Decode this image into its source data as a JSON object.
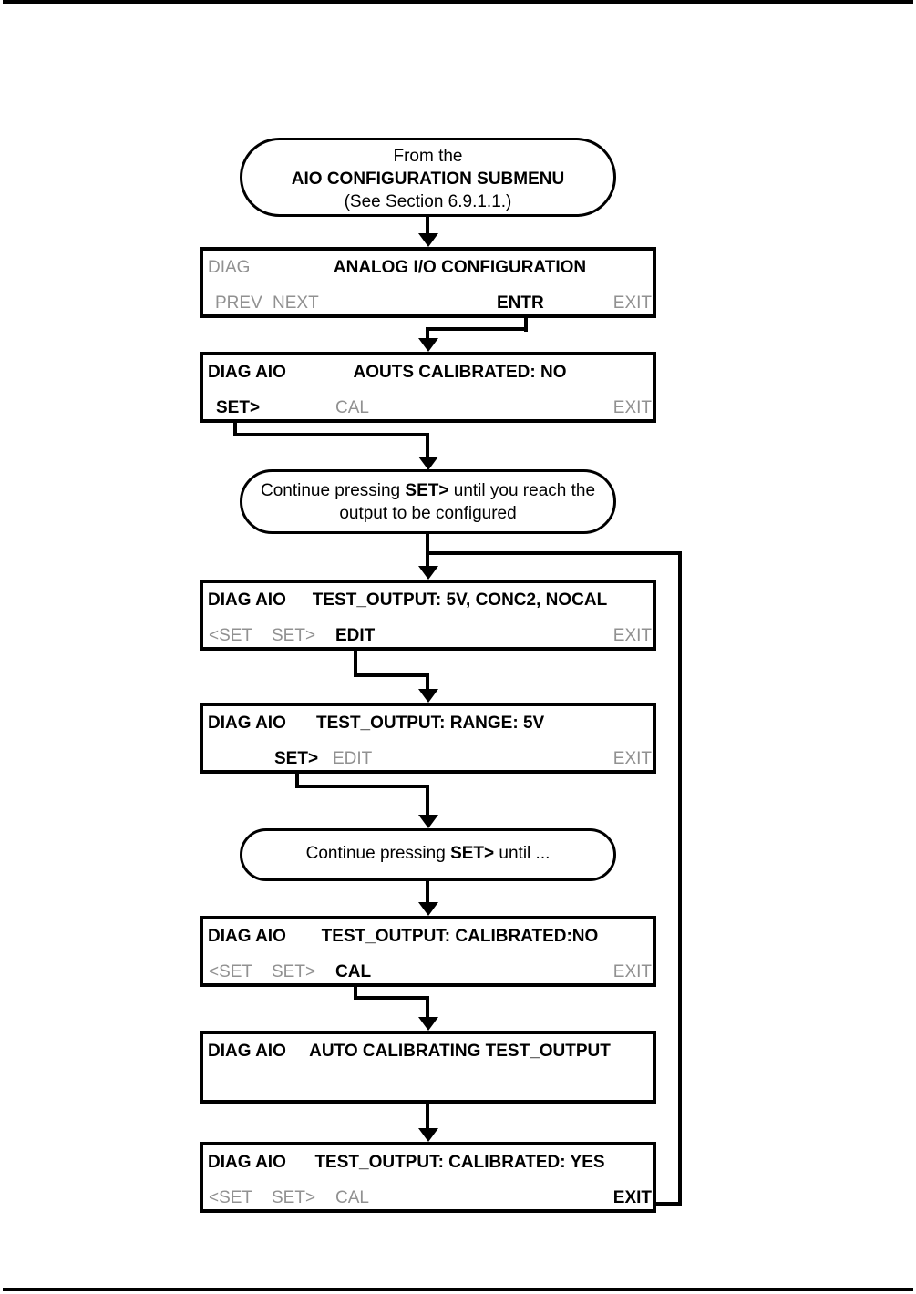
{
  "colors": {
    "active": "#000000",
    "inactive": "#919191"
  },
  "terminals": [
    {
      "line1": "From the",
      "line2": "AIO CONFIGURATION SUBMENU",
      "line3": "(See Section 6.9.1.1.)"
    },
    {
      "pre": "Continue pressing ",
      "key": "SET>",
      "post": " until you reach the",
      "line2": "output to be configured"
    },
    {
      "pre": "Continue pressing ",
      "key": "SET>",
      "post": " until ..."
    }
  ],
  "screens": [
    {
      "mode": "DIAG",
      "title": "ANALOG I/O CONFIGURATION",
      "buttons": [
        {
          "label": "PREV",
          "active": false
        },
        {
          "label": "NEXT",
          "active": false
        },
        {
          "label": "ENTR",
          "active": true
        },
        {
          "label": "EXIT",
          "active": false
        }
      ]
    },
    {
      "mode": "DIAG AIO",
      "title": "AOUTS CALIBRATED: NO",
      "buttons": [
        {
          "label": "SET>",
          "active": true
        },
        {
          "label": "CAL",
          "active": false
        },
        {
          "label": "EXIT",
          "active": false
        }
      ]
    },
    {
      "mode": "DIAG AIO",
      "title": "TEST_OUTPUT: 5V, CONC2, NOCAL",
      "buttons": [
        {
          "label": "<SET",
          "active": false
        },
        {
          "label": "SET>",
          "active": false
        },
        {
          "label": "EDIT",
          "active": true
        },
        {
          "label": "EXIT",
          "active": false
        }
      ]
    },
    {
      "mode": "DIAG AIO",
      "title": "TEST_OUTPUT: RANGE: 5V",
      "buttons": [
        {
          "label": "SET>",
          "active": true
        },
        {
          "label": "EDIT",
          "active": false
        },
        {
          "label": "EXIT",
          "active": false
        }
      ]
    },
    {
      "mode": "DIAG AIO",
      "title": "TEST_OUTPUT: CALIBRATED:NO",
      "buttons": [
        {
          "label": "<SET",
          "active": false
        },
        {
          "label": "SET>",
          "active": false
        },
        {
          "label": "CAL",
          "active": true
        },
        {
          "label": "EXIT",
          "active": false
        }
      ]
    },
    {
      "mode": "DIAG AIO",
      "title": "AUTO CALIBRATING TEST_OUTPUT",
      "buttons": []
    },
    {
      "mode": "DIAG AIO",
      "title": "TEST_OUTPUT: CALIBRATED: YES",
      "buttons": [
        {
          "label": "<SET",
          "active": false
        },
        {
          "label": "SET>",
          "active": false
        },
        {
          "label": "CAL",
          "active": false
        },
        {
          "label": "EXIT",
          "active": true
        }
      ]
    }
  ]
}
